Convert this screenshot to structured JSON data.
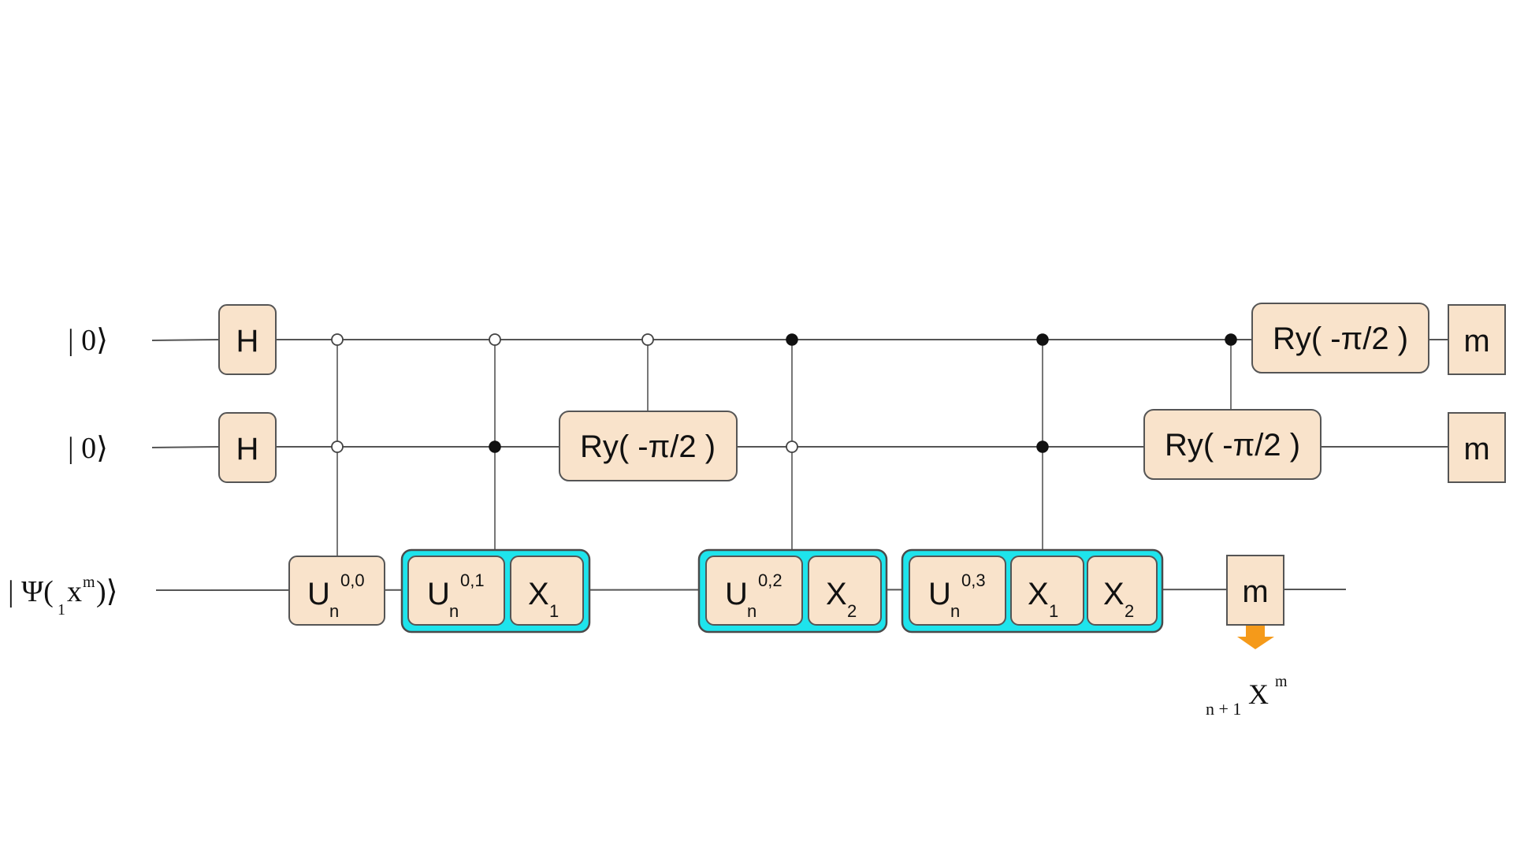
{
  "colors": {
    "gate_fill": "#f9e3cb",
    "gate_border": "#555555",
    "group_fill": "#1ee4ec",
    "wire": "#555555",
    "arrow": "#f59a1a"
  },
  "qubits": [
    {
      "label": "| 0⟩"
    },
    {
      "label": "| 0⟩"
    },
    {
      "label_main": "| Ψ(",
      "label_sub": "1",
      "label_x": "x",
      "label_sup": "m",
      "label_close": ")⟩"
    }
  ],
  "gates": {
    "h": "H",
    "ry": "Ry( -π/2 )",
    "measure": "m",
    "u_base": "U",
    "u_sub": "n",
    "u_00": "0,0",
    "u_01": "0,1",
    "u_02": "0,2",
    "u_03": "0,3",
    "x_base": "X",
    "x1_sub": "1",
    "x2_sub": "2"
  },
  "output": {
    "pre": "n + 1",
    "base": "X",
    "sup": "m"
  }
}
